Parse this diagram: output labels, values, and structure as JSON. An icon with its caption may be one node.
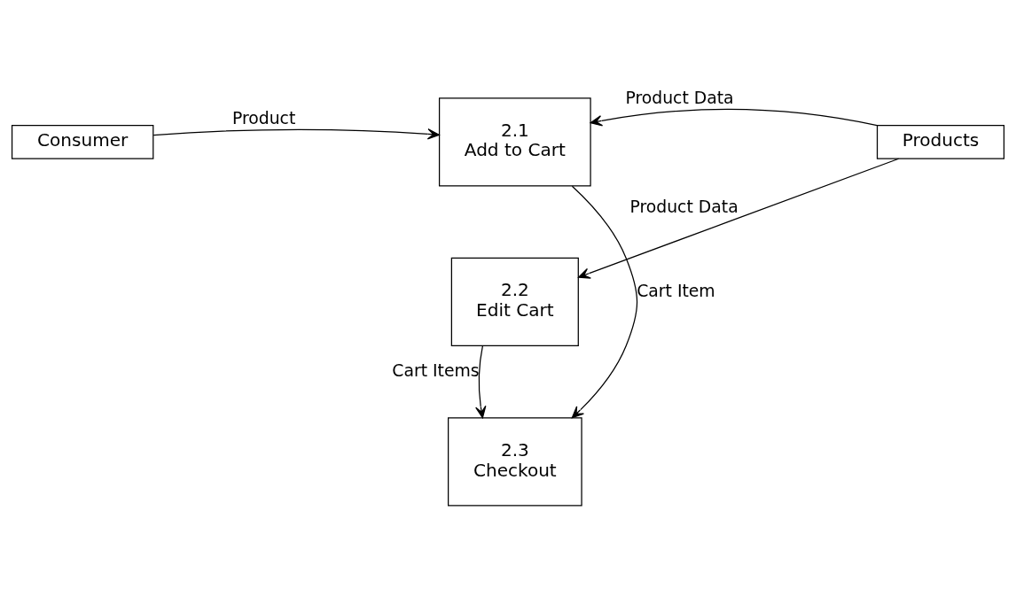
{
  "diagram": {
    "nodes": [
      {
        "text": [
          "Consumer"
        ]
      },
      {
        "text": [
          "2.1",
          "Add to Cart"
        ]
      },
      {
        "text": [
          "Products"
        ]
      },
      {
        "text": [
          "2.2",
          "Edit Cart"
        ]
      },
      {
        "text": [
          "2.3",
          "Checkout"
        ]
      }
    ],
    "edges": [
      {
        "from": 0,
        "to": 1,
        "arrow": "to",
        "label": "Product"
      },
      {
        "from": 2,
        "to": 1,
        "arrow": "to",
        "label": "Product Data"
      },
      {
        "from": 2,
        "to": 3,
        "arrow": "to",
        "label": "Product Data"
      },
      {
        "from": 3,
        "to": 4,
        "arrow": "to",
        "label": "Cart Items"
      },
      {
        "from": 1,
        "to": 4,
        "arrow": "to",
        "label": "Cart Item"
      }
    ]
  }
}
